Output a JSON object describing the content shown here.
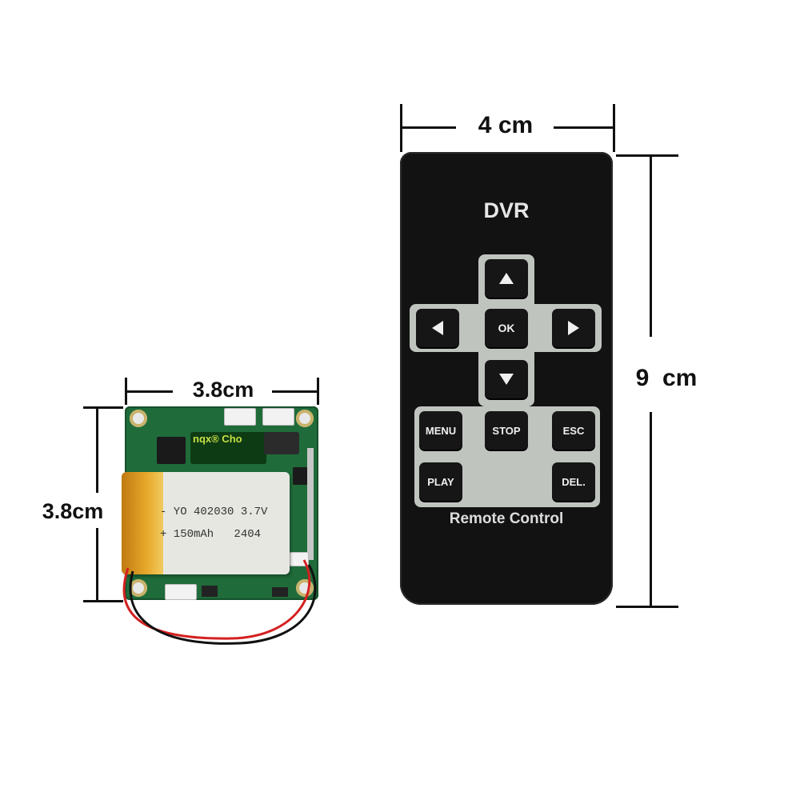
{
  "dimensions": {
    "remote_width": "4 cm",
    "remote_height": "9  cm",
    "board_width": "3.8cm",
    "board_height": "3.8cm"
  },
  "remote": {
    "title": "DVR",
    "caption": "Remote Control",
    "buttons": {
      "up": "up-arrow-icon",
      "left": "left-arrow-icon",
      "ok": "OK",
      "right": "right-arrow-icon",
      "down": "down-arrow-icon",
      "menu": "MENU",
      "stop": "STOP",
      "esc": "ESC",
      "play": "PLAY",
      "del": "DEL."
    },
    "colors": {
      "body": "#121212",
      "panel": "#bfc4bf",
      "key": "#161616"
    }
  },
  "board": {
    "battery_line1": "- YO 402030 3.7V",
    "battery_line2": "+ 150mAh   2404",
    "capacitor_text": "nqx® Cho",
    "colors": {
      "pcb": "#1f6b3a",
      "battery_label": "#e7e7e2",
      "battery_edge": "#e7a82b"
    }
  }
}
